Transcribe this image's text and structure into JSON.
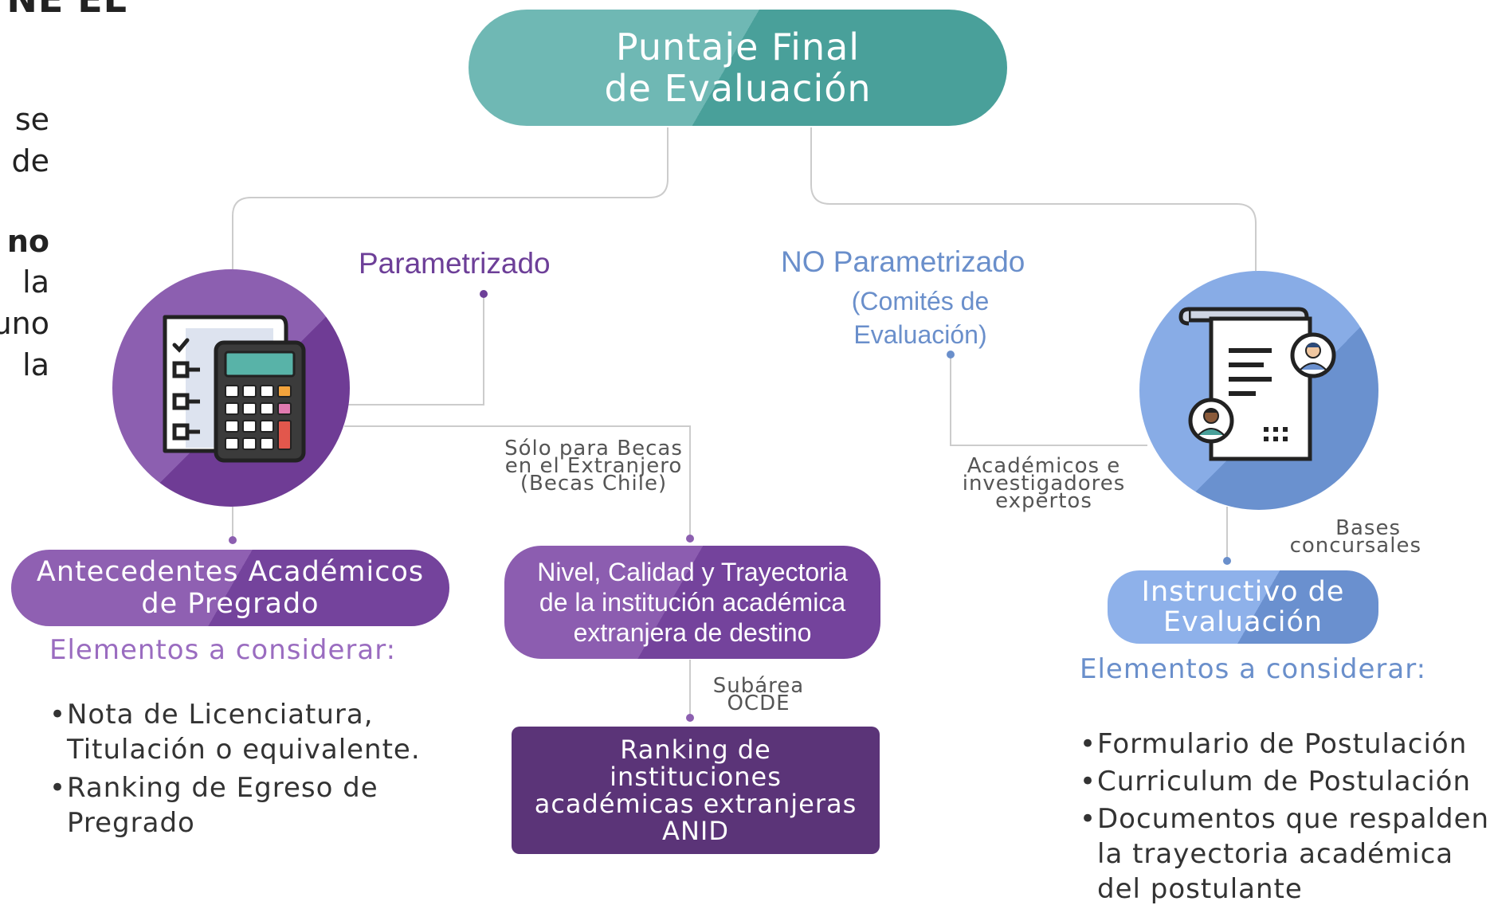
{
  "left_text": {
    "heading": "NE EL",
    "lines": [
      "se",
      "de",
      "no",
      "la",
      "uno",
      "la"
    ]
  },
  "final_score": {
    "line1": "Puntaje Final",
    "line2": "de Evaluación"
  },
  "branches": {
    "parametrizado": "Parametrizado",
    "no_parametrizado": "NO Parametrizado",
    "comites_line1": "(Comités de",
    "comites_line2": "Evaluación)"
  },
  "notes": {
    "becas": [
      "Sólo para Becas",
      "en el Extranjero",
      "(Becas Chile)"
    ],
    "academicos": [
      "Académicos e",
      "investigadores",
      "expertos"
    ],
    "bases": [
      "Bases",
      "concursales"
    ],
    "subarea": [
      "Subárea",
      "OCDE"
    ]
  },
  "boxes": {
    "antecedentes": [
      "Antecedentes Académicos",
      "de Pregrado"
    ],
    "nivel": [
      "Nivel, Calidad y Trayectoria",
      "de la institución académica",
      "extranjera de destino"
    ],
    "ranking": [
      "Ranking de",
      "instituciones",
      "académicas extranjeras",
      "ANID"
    ],
    "instructivo": [
      "Instructivo de",
      "Evaluación"
    ]
  },
  "left_elements": {
    "heading": "Elementos a considerar:",
    "items": [
      "Nota de Licenciatura, Titulación o equivalente.",
      "Ranking de Egreso de Pregrado"
    ]
  },
  "right_elements": {
    "heading": "Elementos a considerar:",
    "items": [
      "Formulario de Postulación",
      "Curriculum de Postulación",
      "Documentos que respalden la trayectoria académica del postulante"
    ]
  },
  "icons": [
    "calculator-checklist-icon",
    "document-reviewers-icon"
  ],
  "colors": {
    "teal": "#49a09a",
    "purple": "#74439c",
    "dark_purple": "#5b3478",
    "blue": "#6a90cf",
    "connector": "#c8c8c8"
  }
}
